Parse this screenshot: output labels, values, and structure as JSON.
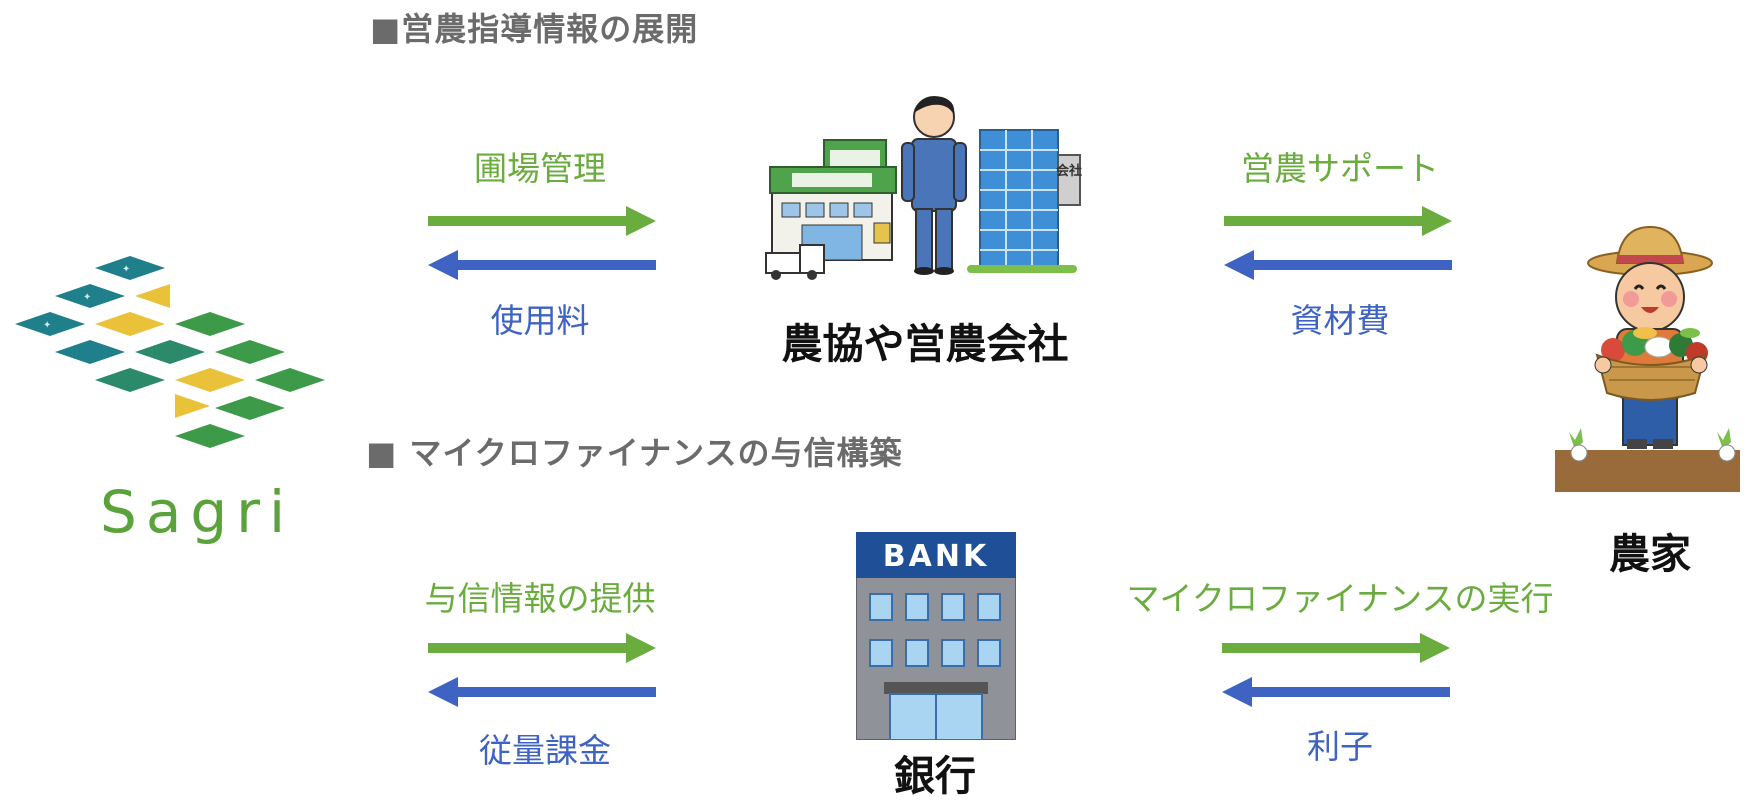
{
  "sections": {
    "guidance_title": "■営農指導情報の展開",
    "microfinance_title": "■  マイクロファイナンスの与信構築"
  },
  "logo": {
    "text": "Sagri"
  },
  "flows": {
    "top_left": {
      "forward": "圃場管理",
      "back": "使用料"
    },
    "top_right": {
      "forward": "営農サポート",
      "back": "資材費"
    },
    "bottom_left": {
      "forward": "与信情報の提供",
      "back": "従量課金"
    },
    "bottom_right": {
      "forward": "マイクロファイナンスの実行",
      "back": "利子"
    }
  },
  "entities": {
    "ja": "農協や営農会社",
    "farmer": "農家",
    "bank": "銀行",
    "bank_sign": "BANK",
    "company_sign": "会社"
  },
  "colors": {
    "forward_arrow": "#6aac3e",
    "back_arrow": "#3f63c2",
    "logo_teal": "#1f7f8a",
    "logo_green": "#3c9a48",
    "logo_yellow": "#e9c23a"
  }
}
